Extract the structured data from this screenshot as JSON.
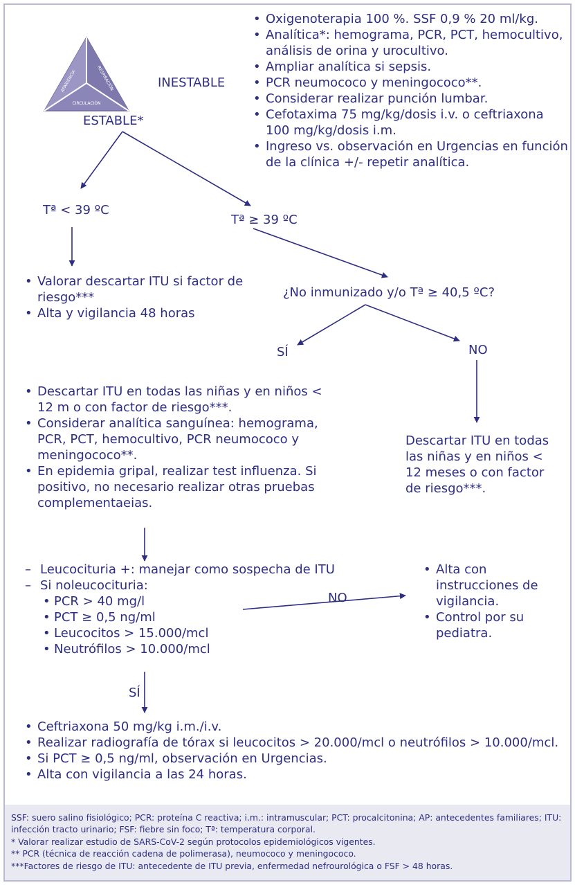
{
  "logo": {
    "labels": [
      "APARIENCIA",
      "RESPIRACIÓN",
      "CIRCULACIÓN"
    ]
  },
  "top": {
    "inestable": "INESTABLE",
    "estable": "ESTABLE*",
    "inestable_actions": [
      "Oxigenoterapia 100 %. SSF 0,9 % 20 ml/kg.",
      "Analítica*: hemograma, PCR, PCT, hemocultivo, análisis de orina y urocultivo.",
      "Ampliar analítica si sepsis.",
      "PCR neumococo y meningococo**.",
      "Considerar realizar punción lumbar.",
      "Cefotaxima 75 mg/kg/dosis i.v. o ceftriaxona 100 mg/kg/dosis i.m.",
      "Ingreso vs. observación en Urgencias en función de la clínica +/- repetir analítica."
    ]
  },
  "branches": {
    "temp_low": "Tª < 39 ºC",
    "temp_high": "Tª ≥ 39 ºC",
    "low_actions": [
      "Valorar descartar ITU si factor de riesgo***",
      "Alta y vigilancia 48 horas"
    ],
    "question": "¿No inmunizado y/o Tª ≥ 40,5 ºC?",
    "si": "SÍ",
    "no": "NO",
    "si_actions": [
      "Descartar ITU en todas las niñas y en niños < 12 m o con factor de riesgo***.",
      "Considerar analítica sanguínea: hemograma, PCR, PCT, hemocultivo, PCR neumococo y  meningococo**.",
      "En epidemia gripal, realizar test influenza. Si positivo, no necesario realizar otras pruebas complementaeias."
    ],
    "no_action": "Descartar ITU en todas las niñas y en niños < 12 meses o con factor de riesgo***."
  },
  "evaluation": {
    "leucocituria_pos": "Leucocituria +: manejar como sospecha de ITU",
    "no_leucocituria": "Si noleucocituria:",
    "criteria": [
      "PCR > 40 mg/l",
      "PCT ≥ 0,5 ng/ml",
      "Leucocitos > 15.000/mcl",
      "Neutrófilos > 10.000/mcl"
    ],
    "no_label": "NO",
    "si_label": "SÍ",
    "discharge": [
      "Alta con instrucciones de vigilancia.",
      "Control por su pediatra."
    ]
  },
  "final_actions": [
    "Ceftriaxona 50 mg/kg i.m./i.v.",
    "Realizar radiografía de tórax si leucocitos > 20.000/mcl o neutrófilos > 10.000/mcl.",
    "Si PCT ≥ 0,5 ng/ml, observación en Urgencias.",
    "Alta con vigilancia a las 24 horas."
  ],
  "footer": {
    "abbreviations": "SSF: suero salino fisiológico; PCR: proteína C reactiva; i.m.: intramuscular; PCT: procalcitonina; AP: antecedentes familiares; ITU: infección tracto urinario; FSF: fiebre sin foco; Tª: temperatura corporal.",
    "note1": "* Valorar realizar estudio de SARS-CoV-2 según protocolos epidemiológicos vigentes.",
    "note2": "** PCR (técnica de reacción cadena de polimerasa), neumococo y meningococo.",
    "note3": "***Factores de riesgo de ITU: antecedente de ITU previa, enfermedad nefrourológica o FSF > 48 horas."
  },
  "colors": {
    "text": "#2e2e82",
    "border": "#b9b9d6",
    "footer_bg": "#e9e9f2",
    "logo": "#8b86b8"
  }
}
